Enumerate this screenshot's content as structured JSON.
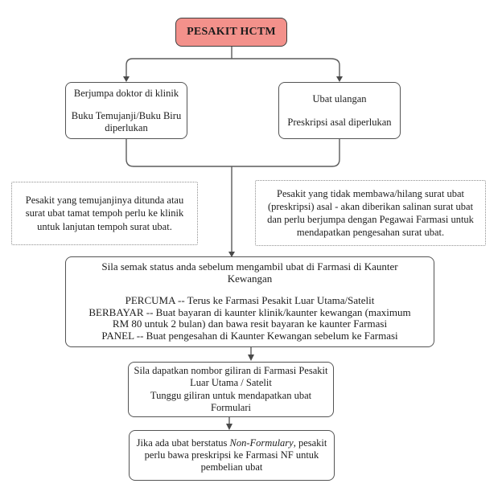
{
  "diagram_title": "PESAKIT HCTM patient medication flowchart",
  "colors": {
    "root_fill": "#F3918B",
    "box_border": "#545454",
    "connector": "#5b5b5b",
    "dotted_border": "#8f8f8f",
    "background": "#ffffff"
  },
  "nodes": {
    "root": {
      "label": "PESAKIT HCTM"
    },
    "clinic": {
      "line1": "Berjumpa doktor di klinik",
      "line2": "Buku Temujanji/Buku Biru diperlukan"
    },
    "repeat_meds": {
      "line1": "Ubat ulangan",
      "line2": "Preskripsi asal diperlukan"
    },
    "note_left": {
      "text": "Pesakit yang temujanjinya ditunda atau surat ubat tamat tempoh  perlu ke klinik untuk lanjutan tempoh surat ubat."
    },
    "note_right": {
      "text": "Pesakit yang tidak membawa/hilang surat ubat (preskripsi) asal - akan diberikan salinan surat ubat dan perlu berjumpa dengan Pegawai Farmasi untuk mendapatkan pengesahan surat ubat."
    },
    "status": {
      "intro": "Sila semak status anda sebelum mengambil ubat di Farmasi di Kaunter Kewangan",
      "percuma": "PERCUMA -- Terus ke Farmasi Pesakit Luar Utama/Satelit",
      "berbayar": "BERBAYAR -- Buat bayaran di kaunter klinik/kaunter kewangan (maximum RM 80 untuk 2 bulan) dan bawa resit bayaran ke kaunter Farmasi",
      "panel": "PANEL -- Buat pengesahan di Kaunter Kewangan sebelum ke Farmasi"
    },
    "queue": {
      "line1": "Sila dapatkan nombor giliran di Farmasi Pesakit Luar Utama / Satelit",
      "line2": "Tunggu giliran untuk mendapatkan ubat Formulari"
    },
    "non_formulary": {
      "prefix": "Jika ada ubat berstatus ",
      "italic": "Non-Formulary",
      "suffix": ", pesakit perlu bawa preskripsi ke Farmasi NF untuk pembelian ubat"
    }
  }
}
